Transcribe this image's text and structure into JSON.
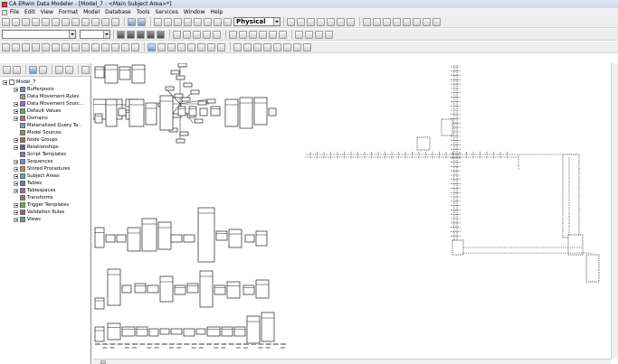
{
  "window": {
    "title": "CA ERwin Data Modeler - [Model_7 : <Main Subject Area>*]"
  },
  "menu": [
    "File",
    "Edit",
    "View",
    "Format",
    "Model",
    "Database",
    "Tools",
    "Services",
    "Window",
    "Help"
  ],
  "toolbar": {
    "model_type": "Physical"
  },
  "tree": {
    "root": "Model_7",
    "items": [
      {
        "label": "Bufferpools",
        "expandable": true,
        "icon": "bufferpool-icon",
        "color": "#6f8fb8"
      },
      {
        "label": "Data Movement Rules",
        "expandable": false,
        "icon": "rule-icon",
        "color": "#9a9a9a"
      },
      {
        "label": "Data Movement Sourc...",
        "expandable": true,
        "icon": "source-icon",
        "color": "#8c6fb8"
      },
      {
        "label": "Default Values",
        "expandable": true,
        "icon": "default-icon",
        "color": "#6fa06f"
      },
      {
        "label": "Domains",
        "expandable": true,
        "icon": "domain-icon",
        "color": "#b86f6f"
      },
      {
        "label": "Materialized Query Ta...",
        "expandable": false,
        "icon": "query-table-icon",
        "color": "#6f9fb8"
      },
      {
        "label": "Model Sources",
        "expandable": false,
        "icon": "model-source-icon",
        "color": "#8f8f5f"
      },
      {
        "label": "Node Groups",
        "expandable": true,
        "icon": "node-group-icon",
        "color": "#a07040"
      },
      {
        "label": "Relationships",
        "expandable": true,
        "icon": "relationship-icon",
        "color": "#5f5f9f"
      },
      {
        "label": "Script Templates",
        "expandable": false,
        "icon": "script-icon",
        "color": "#7f7f7f"
      },
      {
        "label": "Sequences",
        "expandable": true,
        "icon": "sequence-icon",
        "color": "#6f8fb8"
      },
      {
        "label": "Stored Procedures",
        "expandable": true,
        "icon": "procedure-icon",
        "color": "#b88f4f"
      },
      {
        "label": "Subject Areas",
        "expandable": true,
        "icon": "subject-area-icon",
        "color": "#6fa0a0"
      },
      {
        "label": "Tables",
        "expandable": true,
        "icon": "table-icon",
        "color": "#5f7fb0"
      },
      {
        "label": "Tablespaces",
        "expandable": true,
        "icon": "tablespace-icon",
        "color": "#8f6fa0"
      },
      {
        "label": "Transforms",
        "expandable": false,
        "icon": "transform-icon",
        "color": "#a06f6f"
      },
      {
        "label": "Trigger Templates",
        "expandable": true,
        "icon": "trigger-icon",
        "color": "#7f9f5f"
      },
      {
        "label": "Validation Rules",
        "expandable": true,
        "icon": "validation-icon",
        "color": "#9f5f7f"
      },
      {
        "label": "Views",
        "expandable": true,
        "icon": "view-icon",
        "color": "#5f9f9f"
      }
    ]
  },
  "colors": {
    "title_bar": "#c9d7ea",
    "toolbar": "#eeeeee",
    "canvas": "#ffffff",
    "entity_border": "#222222"
  }
}
